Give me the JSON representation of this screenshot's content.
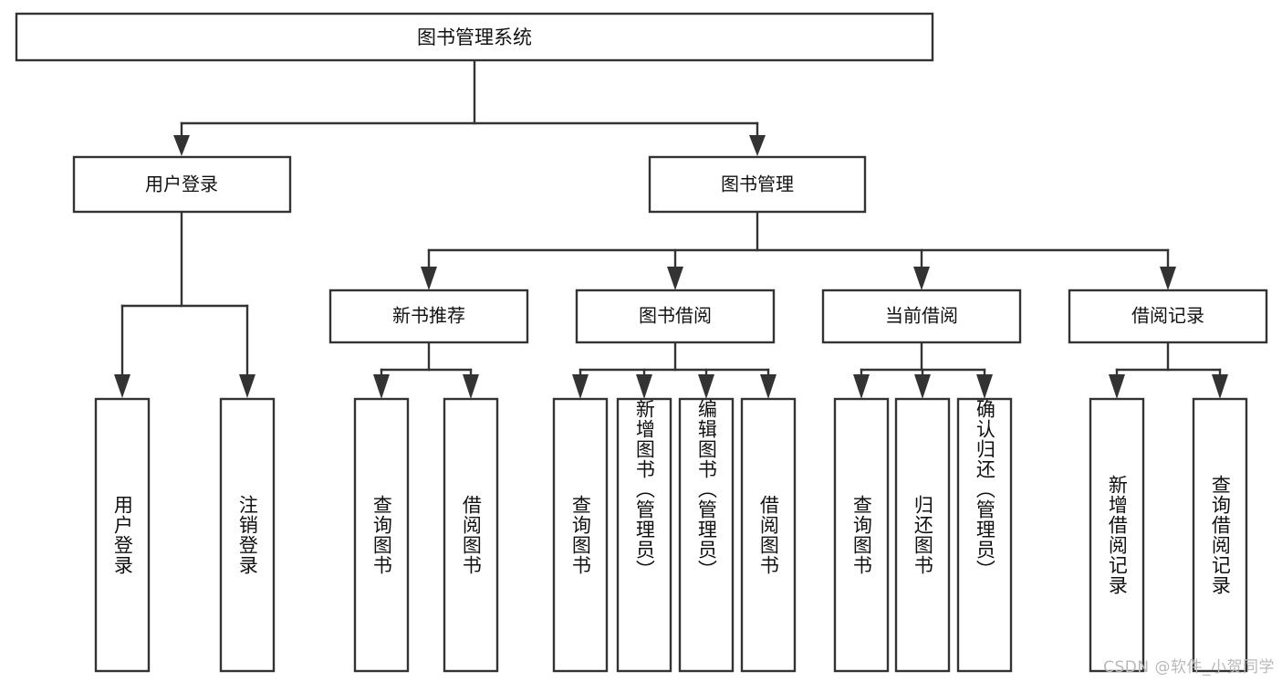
{
  "diagram": {
    "type": "tree",
    "title_node": {
      "label": "图书管理系统"
    },
    "level2": [
      {
        "id": "user-login",
        "label": "用户登录"
      },
      {
        "id": "book-manage",
        "label": "图书管理"
      }
    ],
    "level3": [
      {
        "id": "new-book-rec",
        "label": "新书推荐"
      },
      {
        "id": "book-borrow",
        "label": "图书借阅"
      },
      {
        "id": "current-borrow",
        "label": "当前借阅"
      },
      {
        "id": "borrow-record",
        "label": "借阅记录"
      }
    ],
    "leaves_user_login": [
      {
        "id": "leaf-user-login",
        "label": "用户登录"
      },
      {
        "id": "leaf-user-logout",
        "label": "注销登录"
      }
    ],
    "leaves_new_book_rec": [
      {
        "id": "leaf-query-book-1",
        "label": "查询图书"
      },
      {
        "id": "leaf-borrow-book-1",
        "label": "借阅图书"
      }
    ],
    "leaves_book_borrow": [
      {
        "id": "leaf-query-book-2",
        "label": "查询图书"
      },
      {
        "id": "leaf-add-book",
        "label": "新增图书（管理员）"
      },
      {
        "id": "leaf-edit-book",
        "label": "编辑图书（管理员）"
      },
      {
        "id": "leaf-borrow-book-2",
        "label": "借阅图书"
      }
    ],
    "leaves_current_borrow": [
      {
        "id": "leaf-query-book-3",
        "label": "查询图书"
      },
      {
        "id": "leaf-return-book",
        "label": "归还图书"
      },
      {
        "id": "leaf-confirm-return",
        "label": "确认归还（管理员）"
      }
    ],
    "leaves_borrow_record": [
      {
        "id": "leaf-add-record",
        "label": "新增借阅记录"
      },
      {
        "id": "leaf-query-record",
        "label": "查询借阅记录"
      }
    ]
  },
  "watermark": {
    "text": "CSDN @软件_小贺同学"
  },
  "colors": {
    "stroke": "#333333",
    "fill": "#ffffff",
    "text": "#111111",
    "watermark": "#b9b9b9"
  }
}
